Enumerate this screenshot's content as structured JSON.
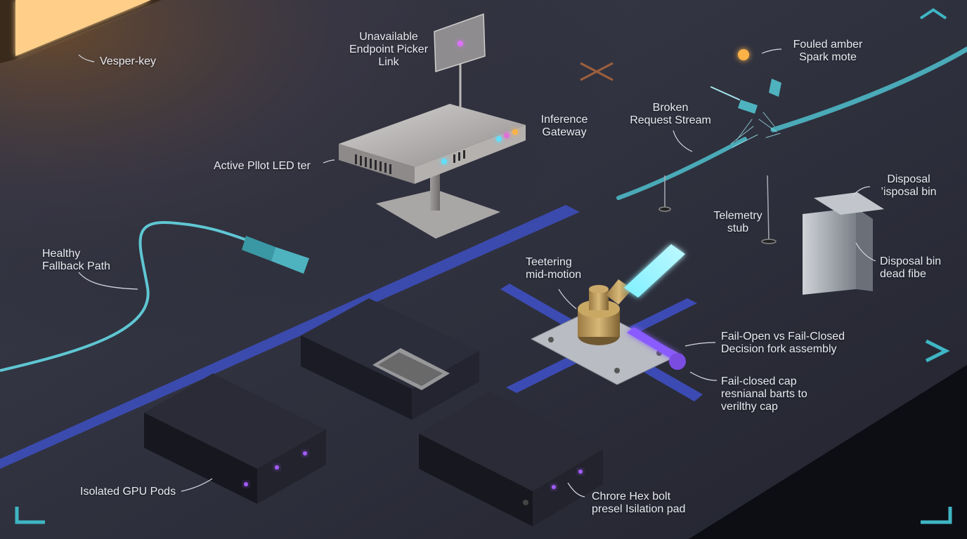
{
  "labels": {
    "vesper_key": "Vesper-key",
    "endpoint_picker": [
      "Unavailable",
      "Endpoint Picker",
      "Link"
    ],
    "inference_gateway": [
      "Inference",
      "Gateway"
    ],
    "active_pilot_led": "Active Pllot LED ter",
    "fouled_amber": [
      "Fouled amber",
      "Spark mote"
    ],
    "broken_request": [
      "Broken",
      "Request Stream"
    ],
    "telemetry_stub": [
      "Telemetry",
      "stub"
    ],
    "disposal_bin_top": [
      "Disposal",
      "’isposal bin"
    ],
    "disposal_bin_side": [
      "Disposal bin",
      "dead fibe"
    ],
    "healthy_fallback": [
      "Healthy",
      "Fallback Path"
    ],
    "teetering": [
      "Teetering",
      "mid-motion"
    ],
    "fail_open": [
      "Fail-Open vs Fail-Closed",
      "Decision fork assembly"
    ],
    "fail_closed_cap": [
      "Fail-closed cap",
      "resnianal barts to",
      "verilthy cap"
    ],
    "isolated_gpu": "Isolated GPU Pods",
    "hex_bolt": [
      "Chrore Hex bolt",
      "presel Isilation pad"
    ]
  },
  "colors": {
    "teal_accent": "#3fb6c4",
    "fiber_cyan": "#5fc7d3",
    "led_purple": "#a35cff",
    "led_pink": "#e070d8",
    "led_amber": "#ffb347",
    "blue_stripe": "#3f51c9",
    "orange_window": "#ffcf8a"
  },
  "icons": {
    "x_mark": "close-x-icon",
    "caret_up": "chevron-up-icon",
    "caret_right": "chevron-right-icon",
    "corner_bl": "corner-bracket-icon",
    "corner_br": "corner-bracket-icon"
  }
}
